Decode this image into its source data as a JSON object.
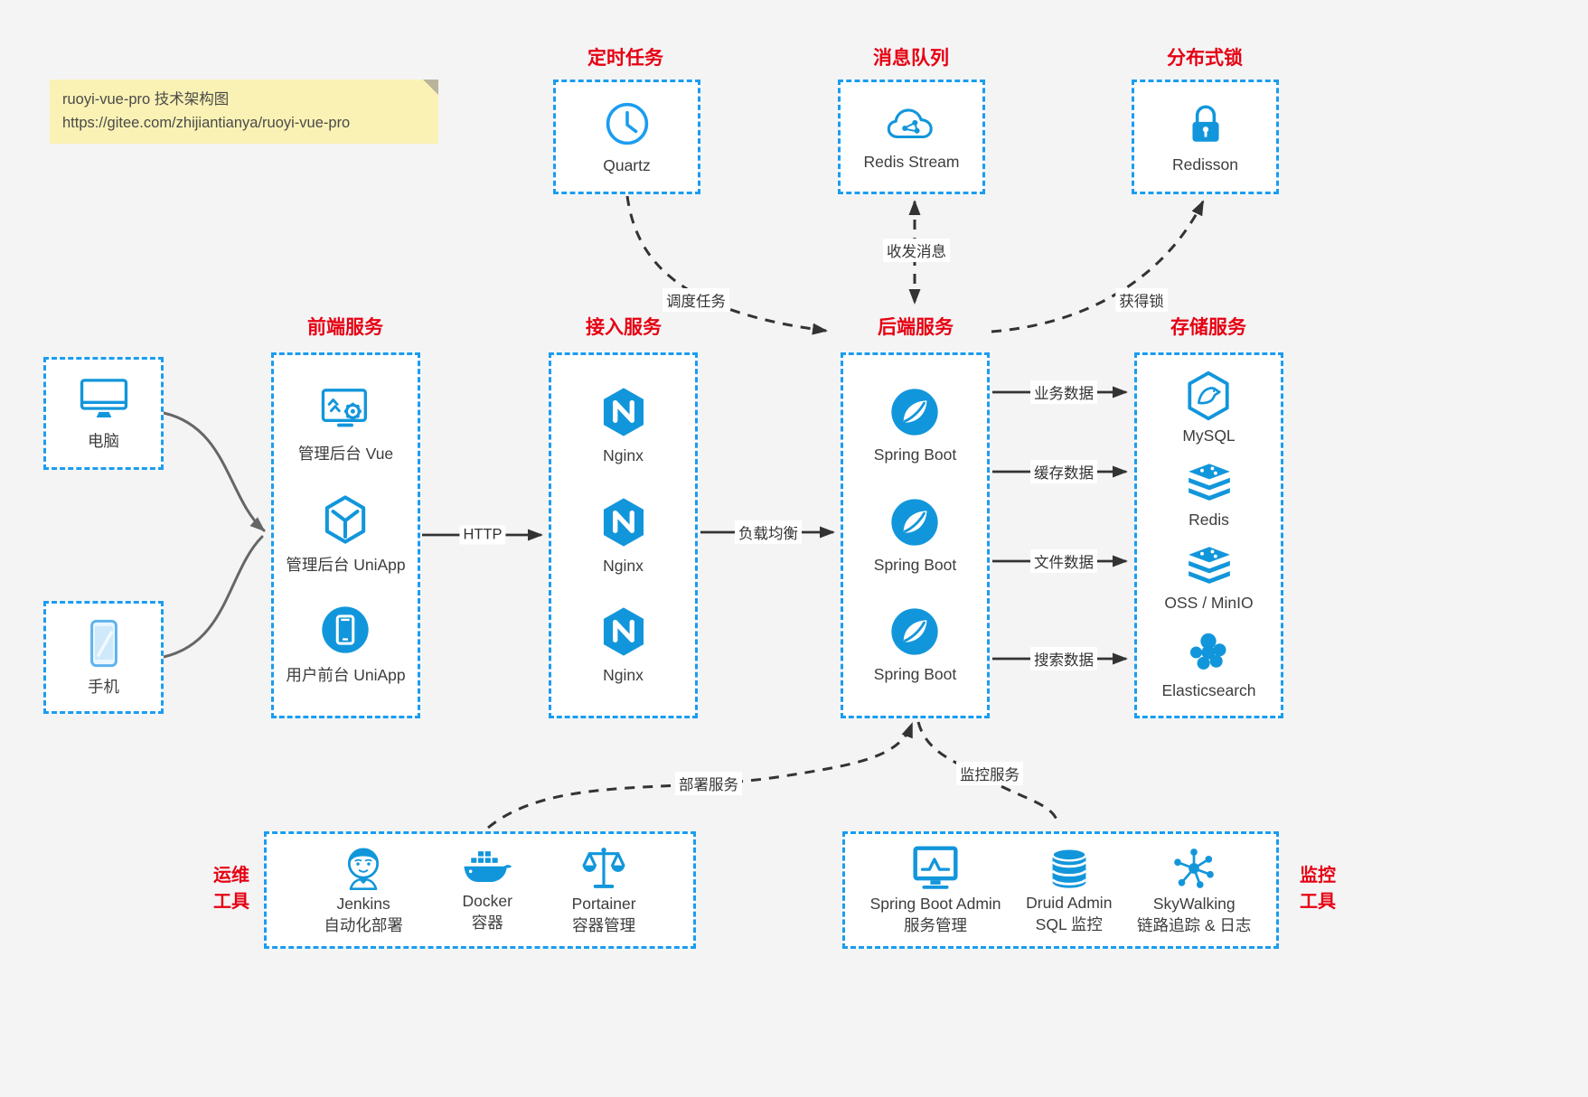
{
  "note": {
    "line1": "ruoyi-vue-pro 技术架构图",
    "line2": "https://gitee.com/zhijiantianya/ruoyi-vue-pro"
  },
  "colors": {
    "accent_blue": "#1a9df0",
    "icon_blue": "#1296db",
    "title_red": "#e60012",
    "background": "#f4f4f5",
    "note_yellow": "#faf2b4"
  },
  "top_services": [
    {
      "title": "定时任务",
      "icon": "clock-icon",
      "label": "Quartz"
    },
    {
      "title": "消息队列",
      "icon": "cloud-stream-icon",
      "label": "Redis Stream"
    },
    {
      "title": "分布式锁",
      "icon": "lock-icon",
      "label": "Redisson"
    }
  ],
  "clients": [
    {
      "icon": "desktop-icon",
      "label": "电脑"
    },
    {
      "icon": "smartphone-icon",
      "label": "手机"
    }
  ],
  "frontend": {
    "title": "前端服务",
    "items": [
      {
        "icon": "admin-vue-icon",
        "label": "管理后台 Vue"
      },
      {
        "icon": "uniapp-cube-icon",
        "label": "管理后台 UniApp"
      },
      {
        "icon": "mobile-app-icon",
        "label": "用户前台 UniApp"
      }
    ]
  },
  "gateway": {
    "title": "接入服务",
    "items": [
      {
        "icon": "nginx-icon",
        "label": "Nginx"
      },
      {
        "icon": "nginx-icon",
        "label": "Nginx"
      },
      {
        "icon": "nginx-icon",
        "label": "Nginx"
      }
    ]
  },
  "backend": {
    "title": "后端服务",
    "items": [
      {
        "icon": "spring-boot-icon",
        "label": "Spring Boot"
      },
      {
        "icon": "spring-boot-icon",
        "label": "Spring Boot"
      },
      {
        "icon": "spring-boot-icon",
        "label": "Spring Boot"
      }
    ]
  },
  "storage": {
    "title": "存储服务",
    "items": [
      {
        "icon": "mysql-icon",
        "label": "MySQL"
      },
      {
        "icon": "redis-stack-icon",
        "label": "Redis"
      },
      {
        "icon": "storage-stack-icon",
        "label": "OSS / MinIO"
      },
      {
        "icon": "elasticsearch-icon",
        "label": "Elasticsearch"
      }
    ]
  },
  "ops": {
    "title_line1": "运维",
    "title_line2": "工具",
    "items": [
      {
        "icon": "jenkins-icon",
        "label": "Jenkins",
        "sublabel": "自动化部署"
      },
      {
        "icon": "docker-icon",
        "label": "Docker",
        "sublabel": "容器"
      },
      {
        "icon": "portainer-icon",
        "label": "Portainer",
        "sublabel": "容器管理"
      }
    ]
  },
  "monitoring": {
    "title_line1": "监控",
    "title_line2": "工具",
    "items": [
      {
        "icon": "spring-boot-admin-icon",
        "label": "Spring Boot Admin",
        "sublabel": "服务管理"
      },
      {
        "icon": "druid-icon",
        "label": "Druid Admin",
        "sublabel": "SQL 监控"
      },
      {
        "icon": "skywalking-icon",
        "label": "SkyWalking",
        "sublabel": "链路追踪 & 日志"
      }
    ]
  },
  "edges": {
    "http": "HTTP",
    "load_balance": "负载均衡",
    "business_data": "业务数据",
    "cache_data": "缓存数据",
    "file_data": "文件数据",
    "search_data": "搜索数据",
    "schedule_task": "调度任务",
    "send_receive_message": "收发消息",
    "acquire_lock": "获得锁",
    "deploy_service": "部署服务",
    "monitor_service": "监控服务"
  }
}
